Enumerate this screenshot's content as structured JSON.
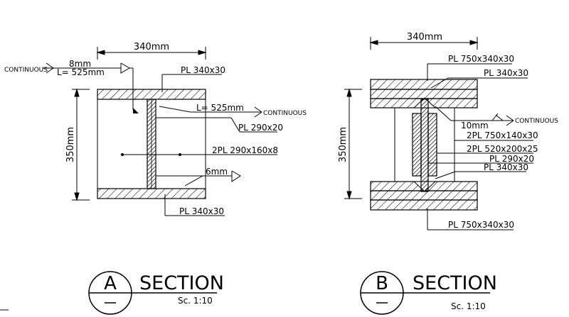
{
  "colors": {
    "ink": "#000000",
    "paper": "#ffffff"
  },
  "detail_a": {
    "width_dim": "340mm",
    "height_dim": "350mm",
    "weld_size_top": "8mm",
    "weld_length_top": "L= 525mm",
    "weld_note_left": "CONTINUOUS",
    "label_top_flange": "PL 340x30",
    "weld_length_mid": "L= 525mm",
    "weld_note_mid": "CONTINUOUS",
    "label_web": "PL 290x20",
    "label_side_plates": "2PL 290x160x8",
    "weld_size_mid": "6mm",
    "label_bottom_flange": "PL 340x30",
    "title_letter": "A",
    "title_word": "SECTION",
    "title_scale": "Sc. 1:10"
  },
  "detail_b": {
    "width_dim": "340mm",
    "height_dim": "350mm",
    "label_cover_top": "PL 750x340x30",
    "label_flange_top": "PL 340x30",
    "weld_size": "10mm",
    "weld_note": "CONTINUOUS",
    "label_2pl_750": "2PL 750x140x30",
    "label_2pl_520": "2PL 520x200x25",
    "label_web": "PL 290x20",
    "label_flange_bottom": "PL 340x30",
    "label_cover_bottom": "PL 750x340x30",
    "title_letter": "B",
    "title_word": "SECTION",
    "title_scale": "Sc. 1:10"
  }
}
